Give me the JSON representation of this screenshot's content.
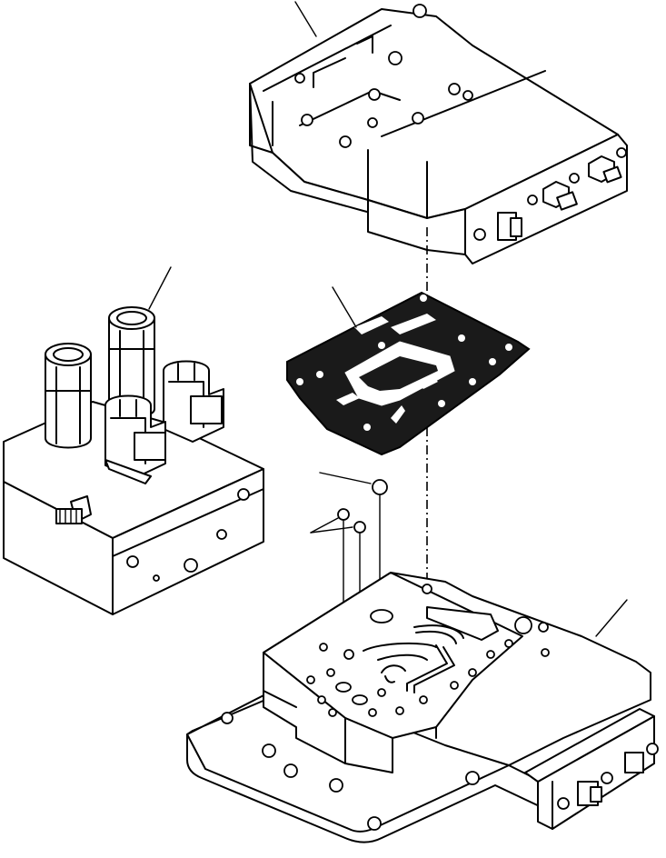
{
  "diagram": {
    "parts": [
      {
        "id": "upper-valve-body"
      },
      {
        "id": "gasket"
      },
      {
        "id": "solenoid-valve-block"
      },
      {
        "id": "balls"
      },
      {
        "id": "lower-valve-body"
      }
    ],
    "leader_labels": []
  },
  "colors": {
    "line": "#000000",
    "background": "#ffffff",
    "gasket_fill": "#1a1a1a"
  }
}
